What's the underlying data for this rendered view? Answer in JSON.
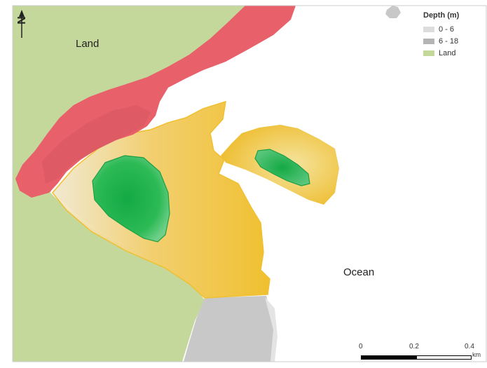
{
  "map": {
    "land_label": "Land",
    "ocean_label": "Ocean",
    "north_letter": "N"
  },
  "legend": {
    "title": "Depth (m)",
    "items": [
      {
        "label": "0 - 6",
        "color": "#dcdcdc"
      },
      {
        "label": "6 - 18",
        "color": "#b4b4b4"
      },
      {
        "label": "Land",
        "color": "#c5d89c"
      }
    ]
  },
  "scale_bar": {
    "ticks": [
      "0",
      "0.2",
      "0.4"
    ],
    "unit": "km"
  },
  "colors": {
    "land": "#c5d89c",
    "shallow": "#dcdcdc",
    "deep": "#b4b4b4",
    "red_zone": "#e8606a",
    "yellow_zone": "#f0c030",
    "green_zone": "#22b14c",
    "ocean": "#ffffff"
  }
}
